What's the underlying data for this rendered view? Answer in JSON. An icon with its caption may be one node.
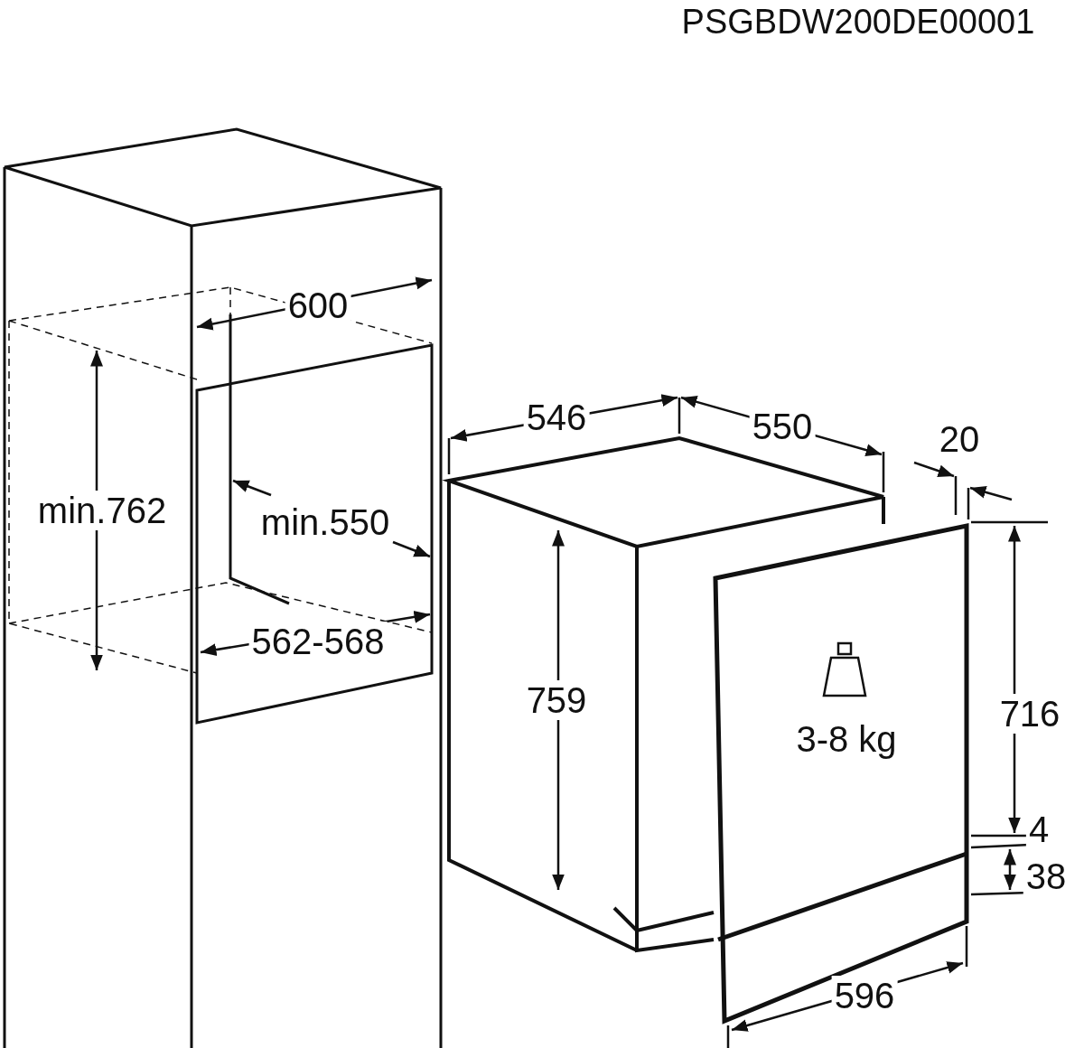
{
  "diagram": {
    "labels": [
      "PSGBDW200DE00001",
      "600",
      "546",
      "550",
      "20",
      "min.762",
      "min.550",
      "562-568",
      "759",
      "716",
      "3-8 kg",
      "4",
      "38",
      "596"
    ]
  }
}
